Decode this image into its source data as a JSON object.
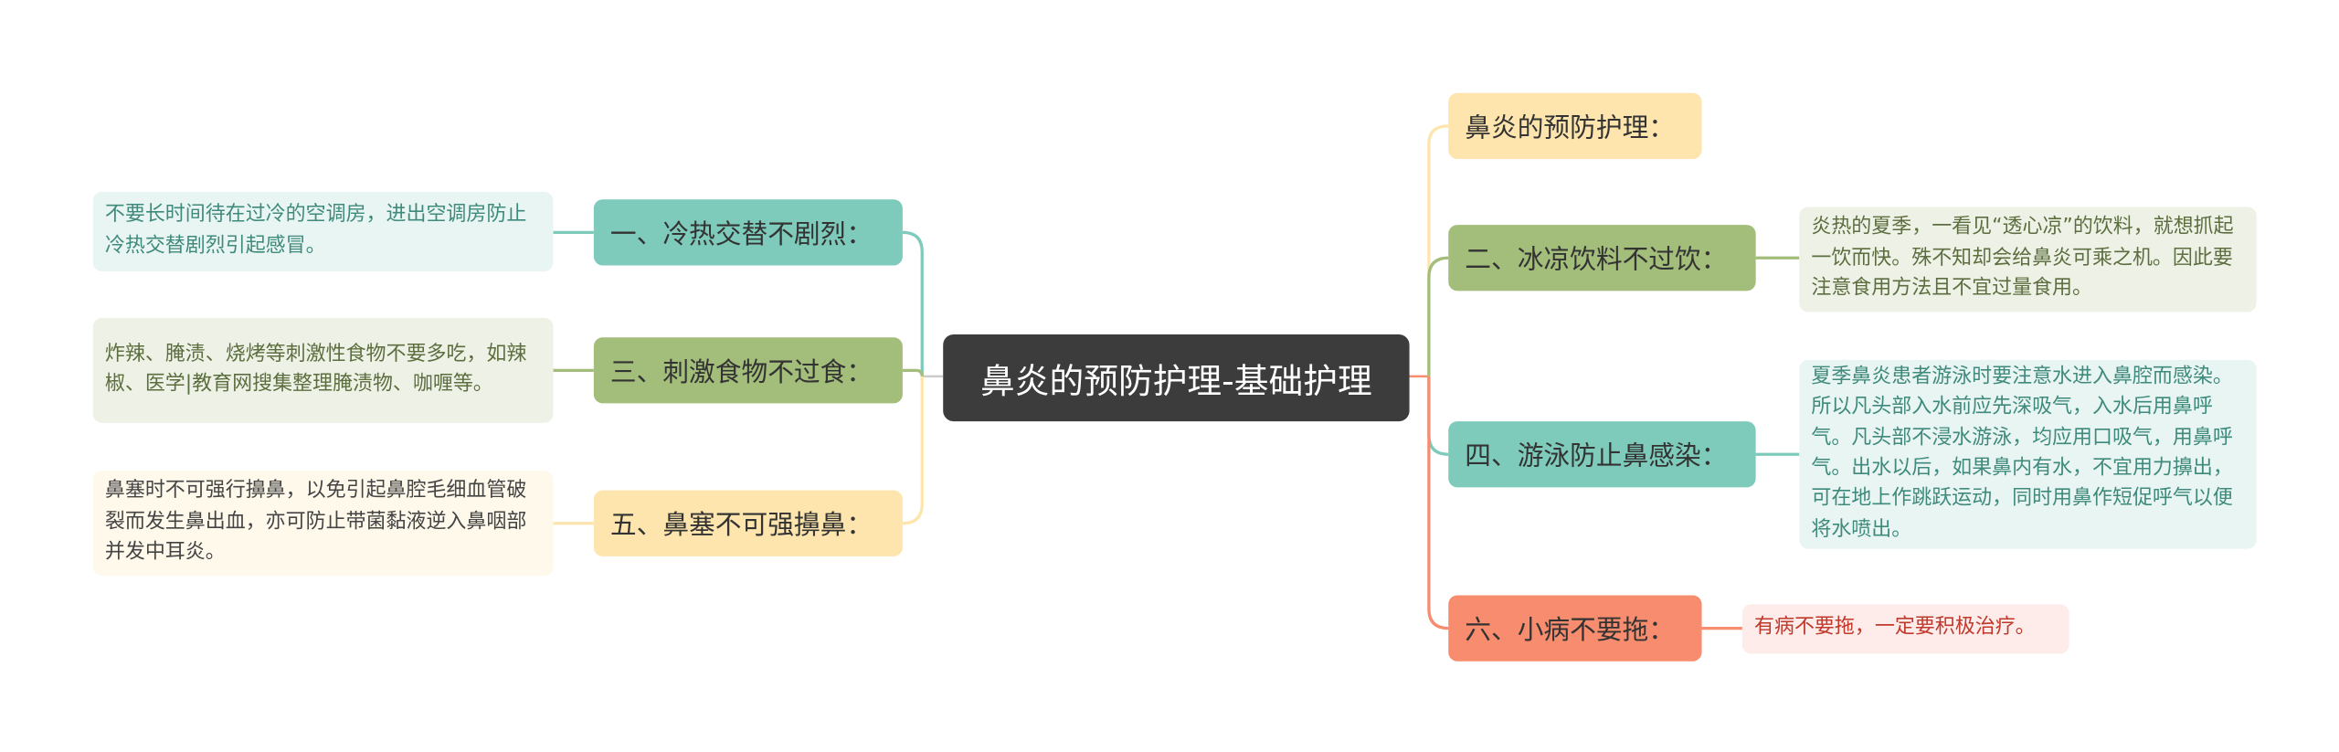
{
  "mindmap": {
    "root": "鼻炎的预防护理-基础护理",
    "left": [
      {
        "label": "一、冷热交替不剧烈：",
        "detail": "不要长时间待在过冷的空调房，进出空调房防止冷热交替剧烈引起感冒。"
      },
      {
        "label": "三、刺激食物不过食：",
        "detail": "炸辣、腌渍、烧烤等刺激性食物不要多吃，如辣椒、医学|教育网搜集整理腌渍物、咖喱等。"
      },
      {
        "label": "五、鼻塞不可强擤鼻：",
        "detail": "鼻塞时不可强行擤鼻，以免引起鼻腔毛细血管破裂而发生鼻出血，亦可防止带菌黏液逆入鼻咽部并发中耳炎。"
      }
    ],
    "right": [
      {
        "label": "鼻炎的预防护理："
      },
      {
        "label": "二、冰凉饮料不过饮：",
        "detail": "炎热的夏季，一看见“透心凉”的饮料，就想抓起一饮而快。殊不知却会给鼻炎可乘之机。因此要注意食用方法且不宜过量食用。"
      },
      {
        "label": "四、游泳防止鼻感染：",
        "detail": "夏季鼻炎患者游泳时要注意水进入鼻腔而感染。所以凡头部入水前应先深吸气，入水后用鼻呼气。凡头部不浸水游泳，均应用口吸气，用鼻呼气。出水以后，如果鼻内有水，不宜用力擤出，可在地上作跳跃运动，同时用鼻作短促呼气以便将水喷出。"
      },
      {
        "label": "六、小病不要拖：",
        "detail": "有病不要拖，一定要积极治疗。"
      }
    ]
  },
  "colors": {
    "root_bg": "#3c3c3c",
    "teal": "#7ecbbb",
    "teal_light": "#e8f5f2",
    "olive": "#a3bd7b",
    "olive_light": "#eef2e6",
    "yellow": "#fde5ad",
    "yellow_light": "#fff9ec",
    "orange": "#f78c6e",
    "orange_light": "#fdecea"
  }
}
